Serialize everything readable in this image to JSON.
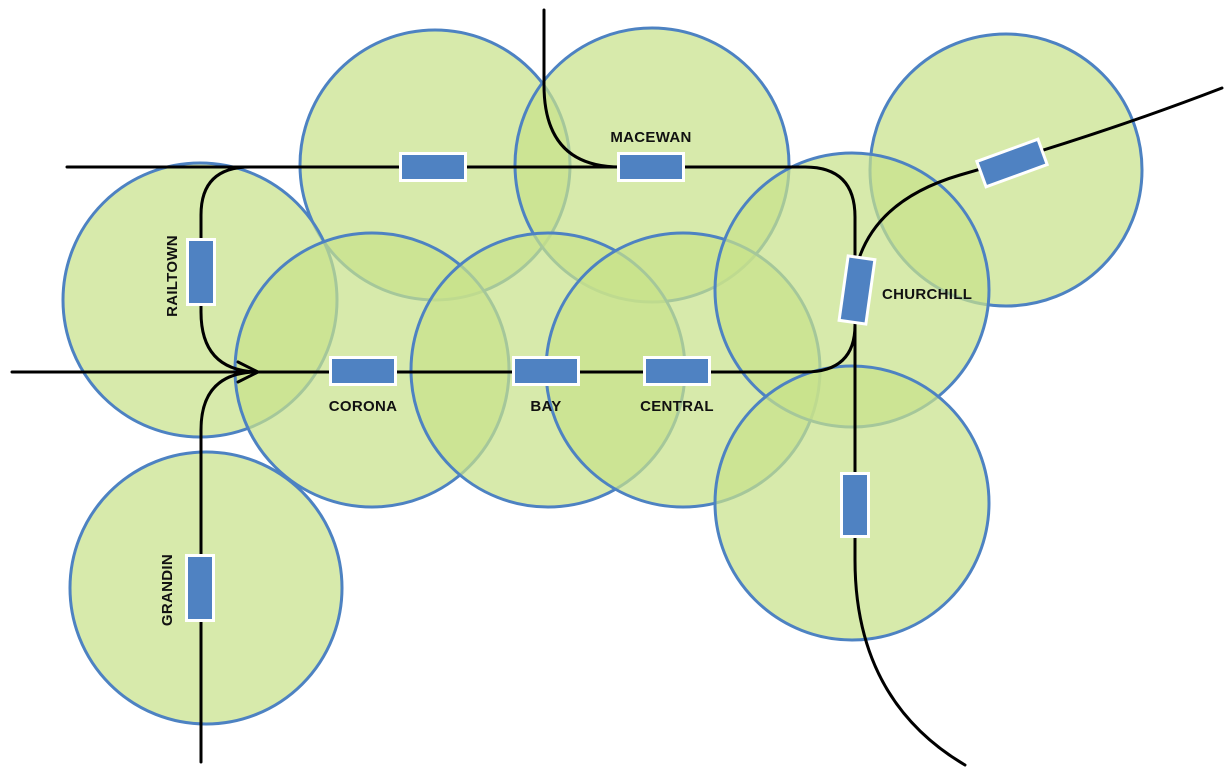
{
  "stations": {
    "macewan": "MACEWAN",
    "railtown": "RAILTOWN",
    "corona": "CORONA",
    "bay": "BAY",
    "central": "CENTRAL",
    "churchill": "CHURCHILL",
    "grandin": "GRANDIN"
  },
  "colors": {
    "catchment_fill": "#c7e28b",
    "catchment_stroke": "#4d82c2",
    "platform": "#4f82c2",
    "track": "#000000"
  }
}
